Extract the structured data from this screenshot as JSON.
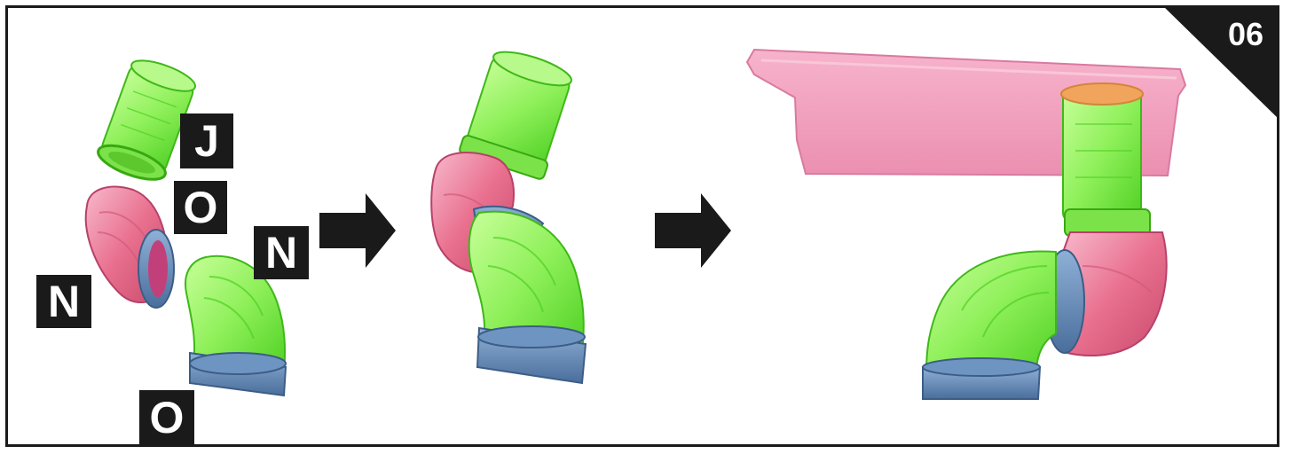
{
  "step_number": "06",
  "part_labels": {
    "j": "J",
    "o_top": "O",
    "n_right": "N",
    "n_left": "N",
    "o_bottom": "O"
  },
  "colors": {
    "border": "#1a1a1a",
    "tube_green": "#8ff05a",
    "tube_green_dark": "#4fd024",
    "tube_pink": "#e9708f",
    "ring_blue": "#5e88b8",
    "platform_pink": "#f2a0be",
    "label_bg": "#1a1a1a",
    "label_text": "#ffffff"
  }
}
